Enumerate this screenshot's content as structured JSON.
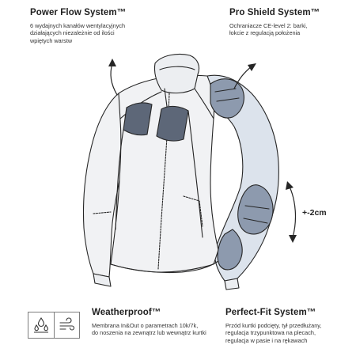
{
  "features": {
    "power_flow": {
      "title": "Power Flow System™",
      "description": "6 wydajnych kanałów wentylacyjnych\ndziałających niezależnie od ilości\nwpiętych warstw"
    },
    "pro_shield": {
      "title": "Pro Shield System™",
      "description": "Ochraniacze CE-level 2: barki,\nłokcie z regulacją położenia"
    },
    "weatherproof": {
      "title": "Weatherproof™",
      "description": "Membrana In&Out o parametrach 10k/7k,\ndo noszenia na zewnątrz lub wewnątrz kurtki"
    },
    "perfect_fit": {
      "title": "Perfect-Fit System™",
      "description": "Przód kurtki podcięty, tył przedłużany,\nregulacja trzypunktowa na plecach,\nregulacja w pasie i na rękawach"
    }
  },
  "adjustment_label": "+-2cm",
  "icons": [
    "waterproof-drops-icon",
    "windproof-icon"
  ],
  "colors": {
    "jacket_fill": "#f1f2f4",
    "outline": "#262626",
    "armor_fill": "#8d9aae",
    "panel_fill": "#d7dee7",
    "vent_fill": "#5d6778"
  }
}
